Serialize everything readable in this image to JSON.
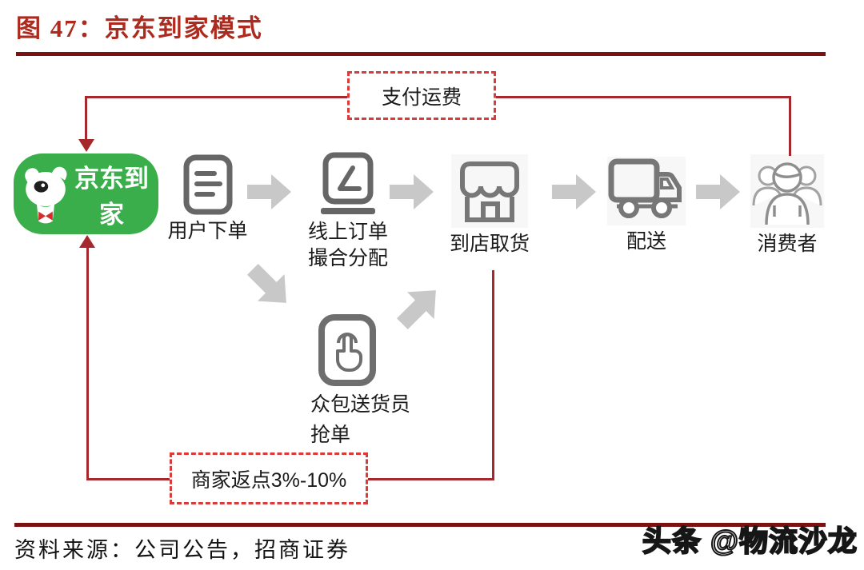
{
  "figure": {
    "title": "图 47：京东到家模式",
    "source": "资料来源：公司公告，招商证券",
    "watermark": "头条 @物流沙龙"
  },
  "colors": {
    "title_red": "#AC2A1E",
    "rule_maroon": "#7A1212",
    "connector_red": "#A5292C",
    "dashed_border_red": "#D93B3B",
    "logo_green": "#3BAE4C",
    "icon_gray": "#6E6E6E",
    "arrow_gray": "#C8C8C8"
  },
  "flow": {
    "logo_text": "京东到家",
    "fee_label": "支付运费",
    "rebate_label": "商家返点3%-10%",
    "steps": {
      "user_order": {
        "label": "用户下单",
        "icon": "document-icon"
      },
      "online_order": {
        "line1": "线上订单",
        "line2": "撮合分配",
        "icon": "laptop-icon"
      },
      "store_pickup": {
        "label": "到店取货",
        "icon": "storefront-icon"
      },
      "delivery": {
        "label": "配送",
        "icon": "truck-icon"
      },
      "consumer": {
        "label": "消费者",
        "icon": "people-group-icon"
      },
      "crowdsource": {
        "line1": "众包送货员",
        "line2": "抢单",
        "icon": "tap-hand-icon"
      }
    }
  }
}
